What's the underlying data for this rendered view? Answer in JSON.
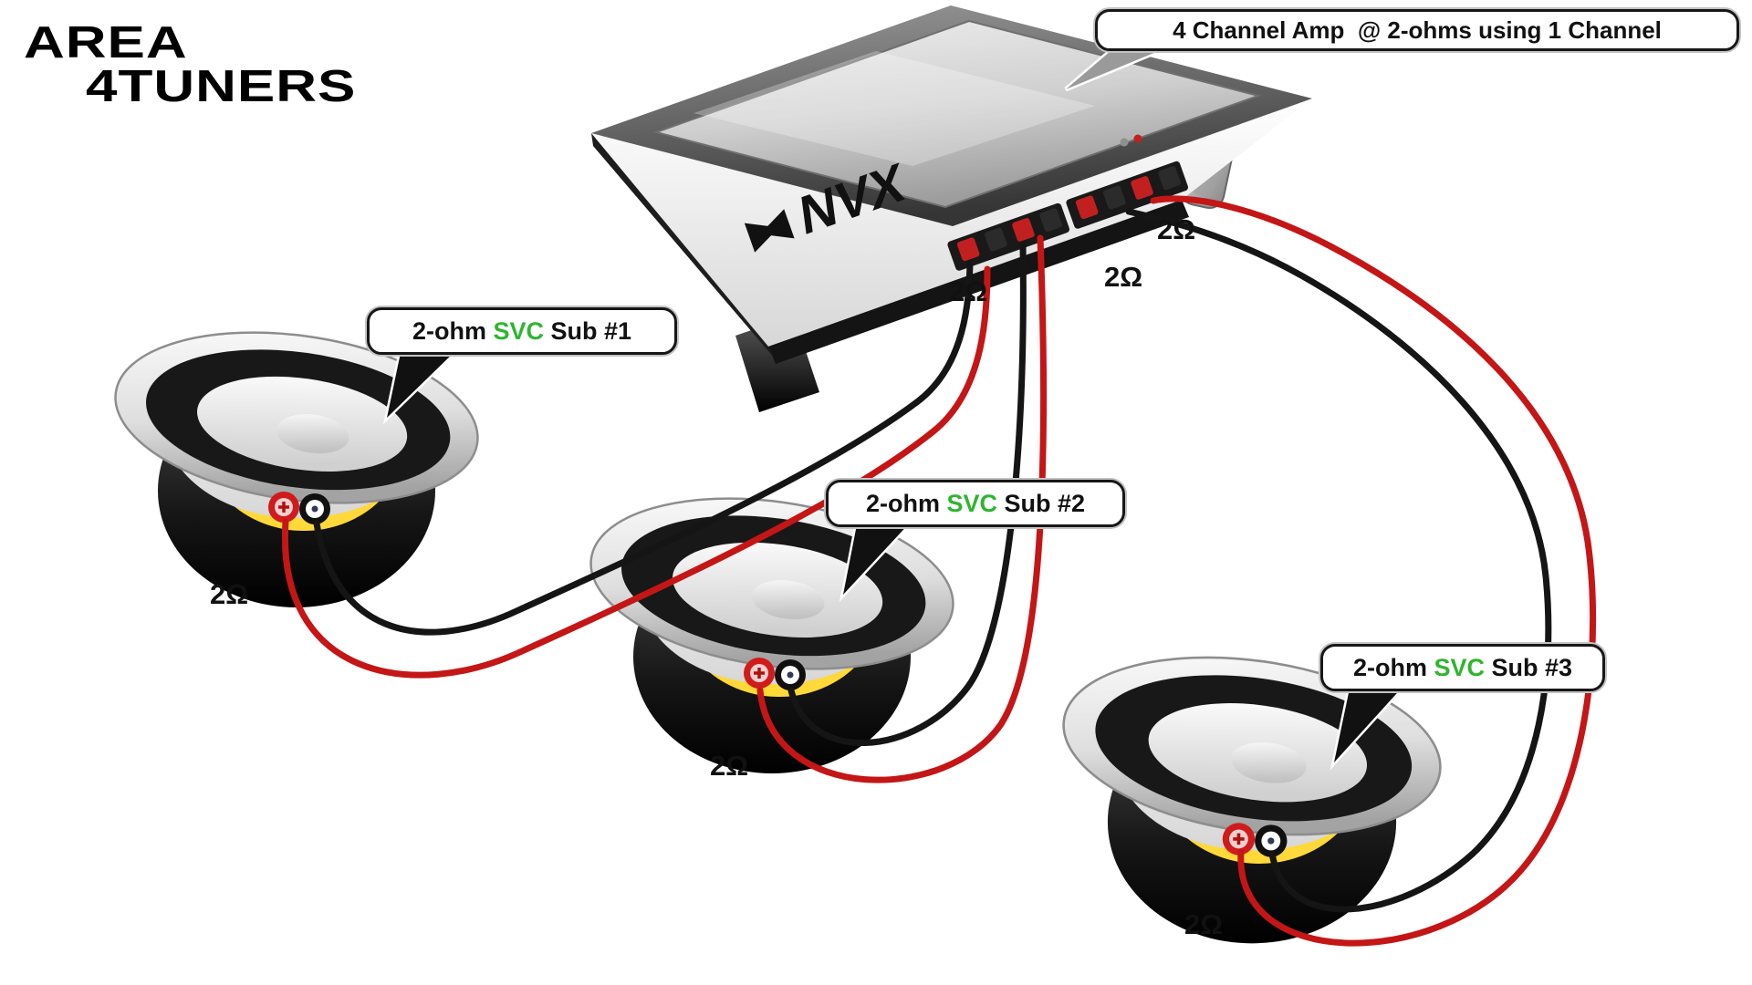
{
  "logo": {
    "line1": "AREA",
    "line2": "4TUNERS"
  },
  "amp": {
    "callout": "4 Channel Amp  @ 2-ohms using 1 Channel",
    "brand": "NVX",
    "channel_impedances": [
      "2Ω",
      "2Ω",
      "2Ω"
    ]
  },
  "subs": [
    {
      "prefix": "2-ohm ",
      "svc": "SVC",
      "suffix": " Sub #1",
      "impedance": "2Ω"
    },
    {
      "prefix": "2-ohm ",
      "svc": "SVC",
      "suffix": " Sub #2",
      "impedance": "2Ω"
    },
    {
      "prefix": "2-ohm ",
      "svc": "SVC",
      "suffix": " Sub #3",
      "impedance": "2Ω"
    }
  ],
  "colors": {
    "svc_green": "#2fb52f",
    "wire_red": "#c41616",
    "wire_black": "#151515"
  }
}
